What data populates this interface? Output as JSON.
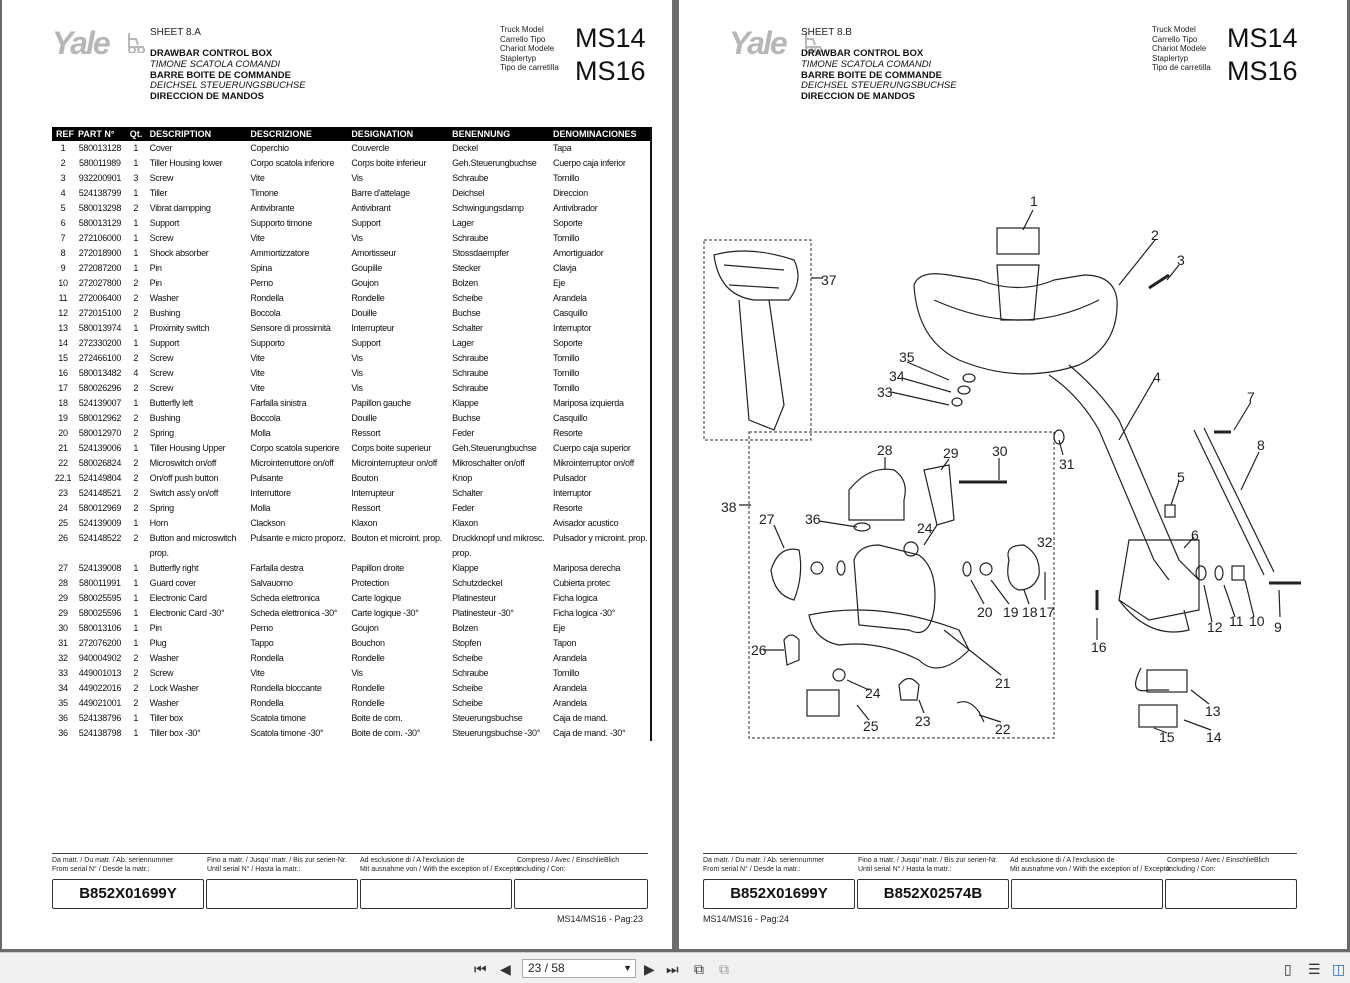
{
  "left_page": {
    "brand": "Yale",
    "sheet": "SHEET 8.A",
    "titles": [
      "DRAWBAR CONTROL BOX",
      "TIMONE SCATOLA COMANDI",
      "BARRE BOITE DE COMMANDE",
      "DEICHSEL STEUERUNGSBUCHSE",
      "DIRECCION DE MANDOS"
    ],
    "truck_model_labels": [
      "Truck Model",
      "Carrello Tipo",
      "Chariot Modele",
      "Staplertyp",
      "Tipo de carretilla"
    ],
    "models": [
      "MS14",
      "MS16"
    ],
    "table_headers": [
      "REF",
      "PART N°",
      "Qt.",
      "DESCRIPTION",
      "DESCRIZIONE",
      "DESIGNATION",
      "BENENNUNG",
      "DENOMINACIONES"
    ],
    "rows": [
      [
        "1",
        "580013128",
        "1",
        "Cover",
        "Coperchio",
        "Couvercle",
        "Deckel",
        "Tapa"
      ],
      [
        "2",
        "580011989",
        "1",
        "Tiller Housing lower",
        "Corpo scatola inferiore",
        "Corps boite inferieur",
        "Geh.Steuerungbuchse",
        "Cuerpo caja inferior"
      ],
      [
        "3",
        "932200901",
        "3",
        "Screw",
        "Vite",
        "Vis",
        "Schraube",
        "Tornillo"
      ],
      [
        "4",
        "524138799",
        "1",
        "Tiller",
        "Timone",
        "Barre d'attelage",
        "Deichsel",
        "Direccion"
      ],
      [
        "5",
        "580013298",
        "2",
        "Vibrat dampping",
        "Antivibrante",
        "Antivibrant",
        "Schwingungsdamp",
        "Antivibrador"
      ],
      [
        "6",
        "580013129",
        "1",
        "Support",
        "Supporto timone",
        "Support",
        "Lager",
        "Soporte"
      ],
      [
        "7",
        "272106000",
        "1",
        "Screw",
        "Vite",
        "Vis",
        "Schraube",
        "Tornillo"
      ],
      [
        "8",
        "272018900",
        "1",
        "Shock absorber",
        "Ammortizzatore",
        "Amortisseur",
        "Stossdaempfer",
        "Amortiguador"
      ],
      [
        "9",
        "272087200",
        "1",
        "Pin",
        "Spina",
        "Goupille",
        "Stecker",
        "Clavja"
      ],
      [
        "10",
        "272027800",
        "2",
        "Pin",
        "Perno",
        "Goujon",
        "Bolzen",
        "Eje"
      ],
      [
        "11",
        "272006400",
        "2",
        "Washer",
        "Rondella",
        "Rondelle",
        "Scheibe",
        "Arandela"
      ],
      [
        "12",
        "272015100",
        "2",
        "Bushing",
        "Boccola",
        "Douille",
        "Buchse",
        "Casquillo"
      ],
      [
        "13",
        "580013974",
        "1",
        "Proximity switch",
        "Sensore di prossimità",
        "Interrupteur",
        "Schalter",
        "Interruptor"
      ],
      [
        "14",
        "272330200",
        "1",
        "Support",
        "Supporto",
        "Support",
        "Lager",
        "Soporte"
      ],
      [
        "15",
        "272466100",
        "2",
        "Screw",
        "Vite",
        "Vis",
        "Schraube",
        "Tornillo"
      ],
      [
        "16",
        "580013482",
        "4",
        "Screw",
        "Vite",
        "Vis",
        "Schraube",
        "Tornillo"
      ],
      [
        "17",
        "580026296",
        "2",
        "Screw",
        "Vite",
        "Vis",
        "Schraube",
        "Tornillo"
      ],
      [
        "18",
        "524139007",
        "1",
        "Butterfly left",
        "Farfalla sinistra",
        "Papillon gauche",
        "Klappe",
        "Mariposa izquierda"
      ],
      [
        "19",
        "580012962",
        "2",
        "Bushing",
        "Boccola",
        "Douille",
        "Buchse",
        "Casquillo"
      ],
      [
        "20",
        "580012970",
        "2",
        "Spring",
        "Molla",
        "Ressort",
        "Feder",
        "Resorte"
      ],
      [
        "21",
        "524139006",
        "1",
        "Tiller Housing Upper",
        "Corpo scatola superiore",
        "Corps boite superieur",
        "Geh.Steuerungbuchse",
        "Cuerpo caja superior"
      ],
      [
        "22",
        "580026824",
        "2",
        "Microswitch on/off",
        "Microinterruttore on/off",
        "Microinterrupteur on/off",
        "Mikroschalter on/off",
        "Mikrointerruptor on/off"
      ],
      [
        "22.1",
        "524149804",
        "2",
        "On/off push button",
        "Pulsante",
        "Bouton",
        "Knop",
        "Pulsador"
      ],
      [
        "23",
        "524148521",
        "2",
        "Switch ass'y on/off",
        "Interruttore",
        "Interrupteur",
        "Schalter",
        "Interruptor"
      ],
      [
        "24",
        "580012969",
        "2",
        "Spring",
        "Molla",
        "Ressort",
        "Feder",
        "Resorte"
      ],
      [
        "25",
        "524139009",
        "1",
        "Horn",
        "Clackson",
        "Klaxon",
        "Klaxon",
        "Avisador acustico"
      ],
      [
        "26",
        "524148522",
        "2",
        "Button and microswitch",
        "Pulsante e micro proporz.",
        "Bouton et microint. prop.",
        "Druckknopf und mikrosc.",
        "Pulsador y microint. prop."
      ],
      [
        "",
        "",
        "",
        "prop.",
        "",
        "",
        "prop.",
        ""
      ],
      [
        "27",
        "524139008",
        "1",
        "Butterfly right",
        "Farfalla destra",
        "Papillon droite",
        "Klappe",
        "Mariposa derecha"
      ],
      [
        "28",
        "580011991",
        "1",
        "Guard cover",
        "Salvauomo",
        "Protection",
        "Schutzdeckel",
        "Cubierta protec"
      ],
      [
        "29",
        "580025595",
        "1",
        "Electronic Card",
        "Scheda elettronica",
        "Carte logique",
        "Platinesteur",
        "Ficha logica"
      ],
      [
        "29",
        "580025596",
        "1",
        "Electronic Card -30°",
        "Scheda elettronica -30°",
        "Carte logique -30°",
        "Platinesteur  -30°",
        "Ficha logica -30°"
      ],
      [
        "30",
        "580013106",
        "1",
        "Pin",
        "Perno",
        "Goujon",
        "Bolzen",
        "Eje"
      ],
      [
        "31",
        "272076200",
        "1",
        "Plug",
        "Tappo",
        "Bouchon",
        "Stopfen",
        "Tapon"
      ],
      [
        "32",
        "940004902",
        "2",
        "Washer",
        "Rondella",
        "Rondelle",
        "Scheibe",
        "Arandela"
      ],
      [
        "33",
        "449001013",
        "2",
        "Screw",
        "Vite",
        "Vis",
        "Schraube",
        "Tornillo"
      ],
      [
        "34",
        "449022016",
        "2",
        "Lock Washer",
        "Rondella bloccante",
        "Rondelle",
        "Scheibe",
        "Arandela"
      ],
      [
        "35",
        "449021001",
        "2",
        "Washer",
        "Rondella",
        "Rondelle",
        "Scheibe",
        "Arandela"
      ],
      [
        "36",
        "524138796",
        "1",
        "Tiller box",
        "Scatola timone",
        "Boite de com.",
        "Steuerungsbuchse",
        "Caja de mand."
      ],
      [
        "36",
        "524138798",
        "1",
        "Tiller box -30°",
        "Scatola timone -30°",
        "Boite de com. -30°",
        "Steuerungsbuchse -30°",
        "Caja de mand. -30°"
      ]
    ],
    "serial_labels": {
      "from": [
        "Da matr. / Du matr. / Ab. seriennummer",
        "From serial N° / Desde la matr.:"
      ],
      "until": [
        "Fino a matr. / Jusqu' matr. / Bis zur serien-Nr.",
        "Until serial N° / Hasta la matr.:"
      ],
      "except": [
        "Ad esclusione di / A l'exclusion de",
        "Mit ausnahme von / With the exception of / Excepto:"
      ],
      "incl": [
        "Compreso / Avec / EinschlieBlich",
        "Including / Con:"
      ]
    },
    "serials": [
      "B852X01699Y",
      "",
      "",
      ""
    ],
    "page_label": "MS14/MS16 - Pag:23"
  },
  "right_page": {
    "brand": "Yale",
    "sheet": "SHEET 8.B",
    "titles": [
      "DRAWBAR CONTROL BOX",
      "TIMONE SCATOLA COMANDI",
      "BARRE BOITE DE COMMANDE",
      "DEICHSEL STEUERUNGSBUCHSE",
      "DIRECCION DE MANDOS"
    ],
    "truck_model_labels": [
      "Truck Model",
      "Carrello Tipo",
      "Chariot Modele",
      "Staplertyp",
      "Tipo de carretilla"
    ],
    "models": [
      "MS14",
      "MS16"
    ],
    "callouts": [
      "1",
      "2",
      "3",
      "4",
      "5",
      "6",
      "7",
      "8",
      "9",
      "10",
      "11",
      "12",
      "13",
      "14",
      "15",
      "16",
      "17",
      "18",
      "19",
      "20",
      "21",
      "22",
      "23",
      "24",
      "25",
      "26",
      "27",
      "28",
      "29",
      "30",
      "31",
      "32",
      "33",
      "34",
      "35",
      "36",
      "37",
      "38"
    ],
    "serial_labels": {
      "from": [
        "Da matr. / Du matr. / Ab. seriennummer",
        "From serial N° / Desde la matr.:"
      ],
      "until": [
        "Fino a matr. / Jusqu' matr. / Bis zur serien-Nr.",
        "Until serial N° / Hasta la matr.:"
      ],
      "except": [
        "Ad esclusione di / A l'exclusion de",
        "Mit ausnahme von / With the exception of / Excepto:"
      ],
      "incl": [
        "Compreso / Avec / EinschlieBlich",
        "Including / Con:"
      ]
    },
    "serials": [
      "B852X01699Y",
      "B852X02574B",
      "",
      ""
    ],
    "page_label": "MS14/MS16 - Pag:24"
  },
  "toolbar": {
    "page_indicator": "23 / 58",
    "icons": [
      "first-page-icon",
      "prev-page-icon",
      "next-page-icon",
      "last-page-icon",
      "fit-page-icon",
      "fit-width-icon",
      "single-page-view-icon",
      "continuous-view-icon",
      "two-page-view-icon"
    ]
  }
}
